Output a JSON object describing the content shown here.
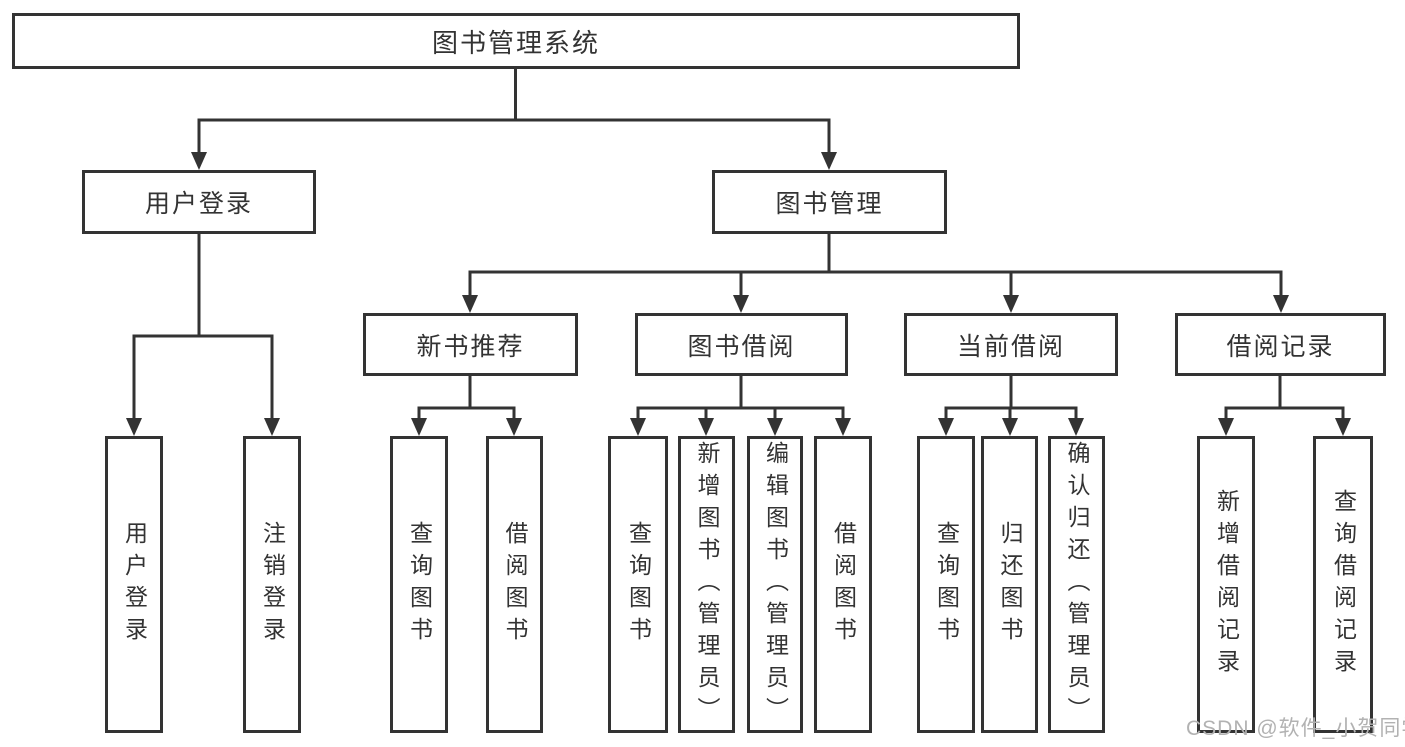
{
  "tree": {
    "root": {
      "label": "图书管理系统",
      "children": [
        {
          "label": "用户登录",
          "children": [
            {
              "label": "用户登录"
            },
            {
              "label": "注销登录"
            }
          ]
        },
        {
          "label": "图书管理",
          "children": [
            {
              "label": "新书推荐",
              "children": [
                {
                  "label": "查询图书"
                },
                {
                  "label": "借阅图书"
                }
              ]
            },
            {
              "label": "图书借阅",
              "children": [
                {
                  "label": "查询图书"
                },
                {
                  "label": "新增图书（管理员）"
                },
                {
                  "label": "编辑图书（管理员）"
                },
                {
                  "label": "借阅图书"
                }
              ]
            },
            {
              "label": "当前借阅",
              "children": [
                {
                  "label": "查询图书"
                },
                {
                  "label": "归还图书"
                },
                {
                  "label": "确认归还（管理员）"
                }
              ]
            },
            {
              "label": "借阅记录",
              "children": [
                {
                  "label": "新增借阅记录"
                },
                {
                  "label": "查询借阅记录"
                }
              ]
            }
          ]
        }
      ]
    }
  },
  "watermark": {
    "text": "CSDN @软件_小贺同学"
  },
  "colors": {
    "line": "#333333",
    "box_border": "#333333",
    "text": "#333333",
    "watermark": "#b2b2b2",
    "background": "#ffffff"
  }
}
